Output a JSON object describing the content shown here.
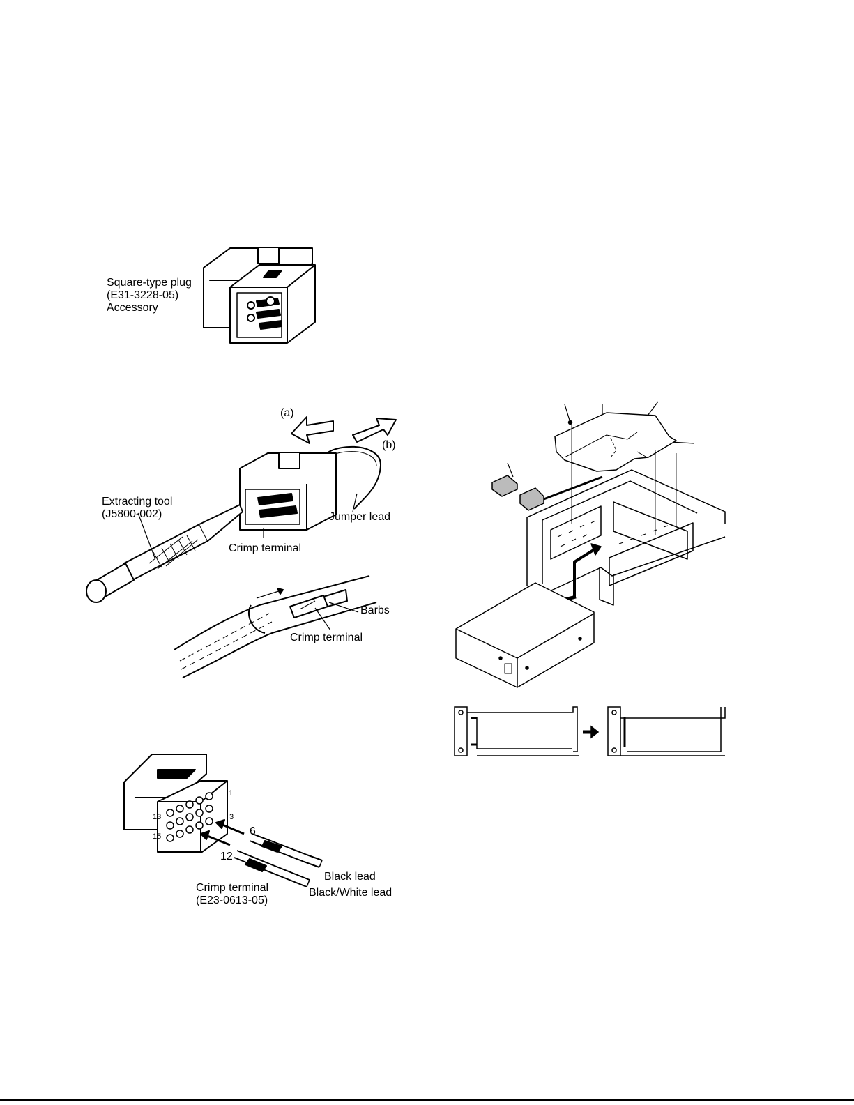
{
  "figures": {
    "square_plug": {
      "name_line1": "Square-type plug",
      "name_line2": "(E31-3228-05)",
      "name_line3": "Accessory"
    },
    "extraction": {
      "arrow_a": "(a)",
      "arrow_b": "(b)",
      "tool_line1": "Extracting tool",
      "tool_line2": "(J5800-002)",
      "jumper": "Jumper lead",
      "crimp1": "Crimp terminal",
      "barbs": "Barbs",
      "crimp2": "Crimp terminal"
    },
    "terminal_insert": {
      "pin1": "1",
      "pin13": "13",
      "pin3": "3",
      "pin15": "15",
      "num6": "6",
      "num12": "12",
      "black_lead": "Black lead",
      "bw_lead": "Black/White lead",
      "crimp_line1": "Crimp terminal",
      "crimp_line2": "(E23-0613-05)"
    }
  }
}
